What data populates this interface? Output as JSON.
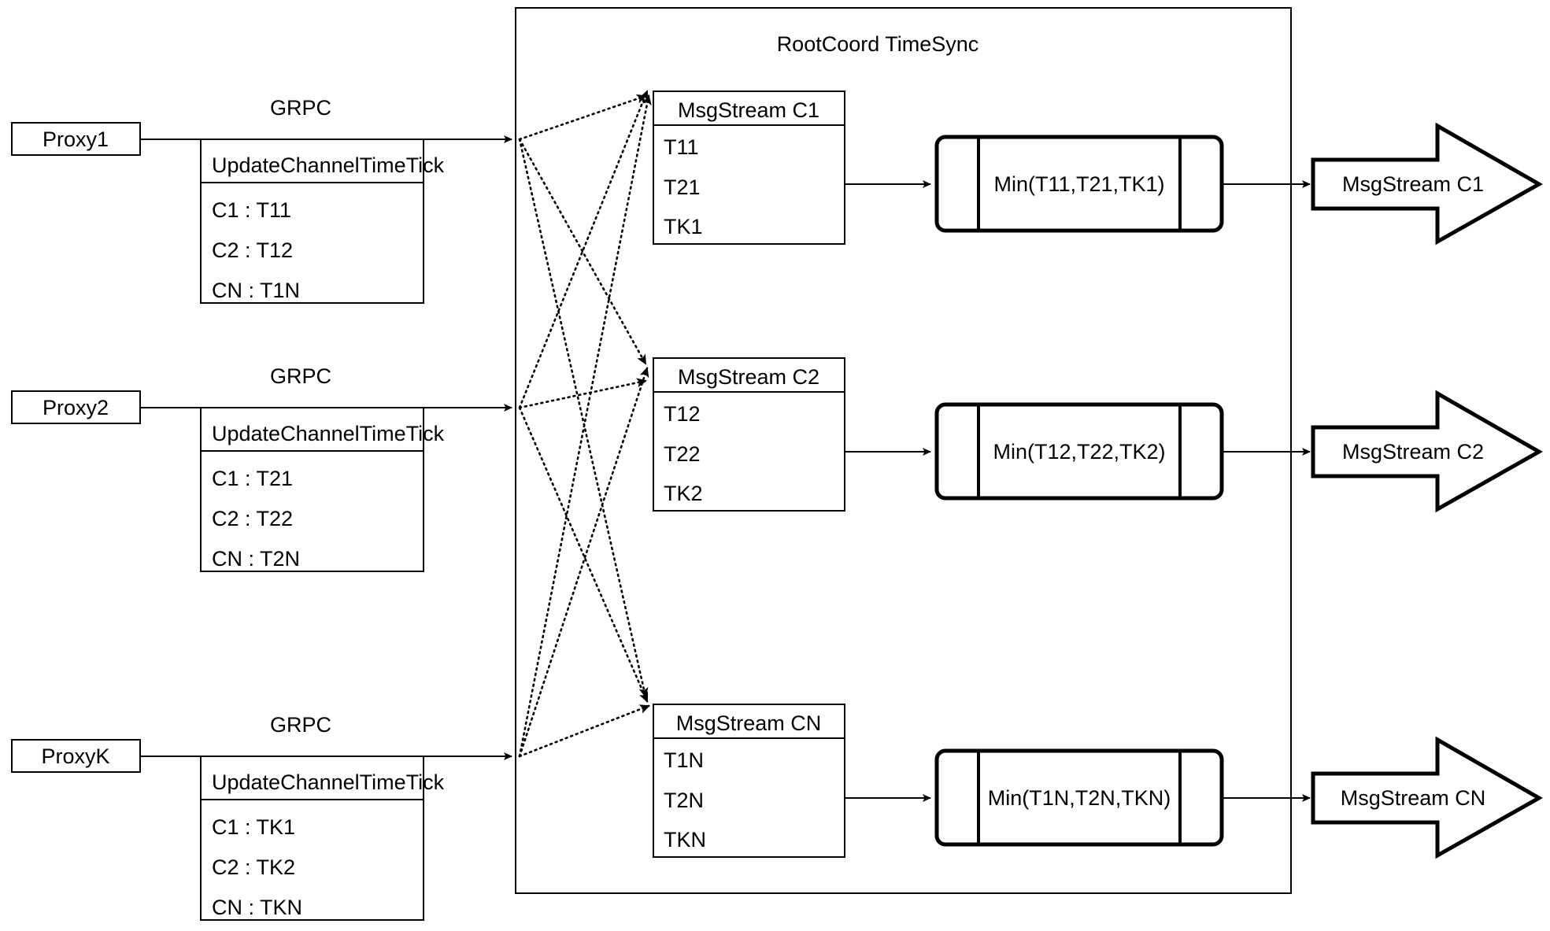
{
  "container": {
    "title": "RootCoord TimeSync"
  },
  "proxies": [
    {
      "name": "Proxy1",
      "link_label": "GRPC",
      "request": {
        "header": "UpdateChannelTimeTick",
        "rows": [
          "C1 :  T11",
          "C2 :  T12",
          "CN : T1N"
        ]
      }
    },
    {
      "name": "Proxy2",
      "link_label": "GRPC",
      "request": {
        "header": "UpdateChannelTimeTick",
        "rows": [
          "C1 :  T21",
          "C2 :  T22",
          "CN : T2N"
        ]
      }
    },
    {
      "name": "ProxyK",
      "link_label": "GRPC",
      "request": {
        "header": "UpdateChannelTimeTick",
        "rows": [
          "C1 :  TK1",
          "C2 :  TK2",
          "CN : TKN"
        ]
      }
    }
  ],
  "channels": [
    {
      "msgstream": {
        "header": "MsgStream C1",
        "rows": [
          "T11",
          "T21",
          "TK1"
        ]
      },
      "min_label": "Min(T11,T21,TK1)",
      "output_label": "MsgStream C1"
    },
    {
      "msgstream": {
        "header": "MsgStream C2",
        "rows": [
          "T12",
          "T22",
          "TK2"
        ]
      },
      "min_label": "Min(T12,T22,TK2)",
      "output_label": "MsgStream C2"
    },
    {
      "msgstream": {
        "header": "MsgStream CN",
        "rows": [
          "T1N",
          "T2N",
          "TKN"
        ]
      },
      "min_label": "Min(T1N,T2N,TKN)",
      "output_label": "MsgStream CN"
    }
  ],
  "colors": {
    "stroke": "#000000",
    "background": "#ffffff"
  }
}
